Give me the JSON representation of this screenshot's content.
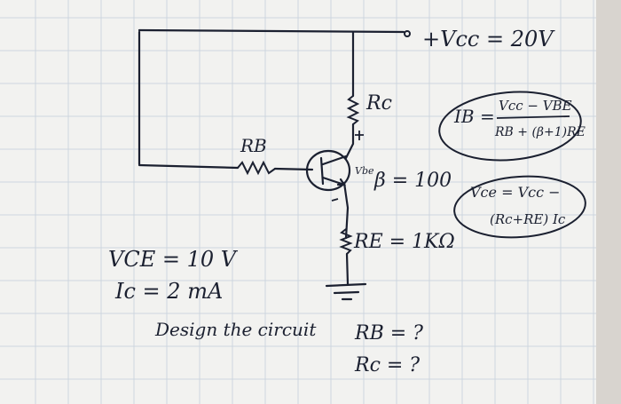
{
  "labels": {
    "vcc": "+Vcc = 20V",
    "rc": "Rc",
    "rb": "RB",
    "beta": "β = 100",
    "re": "RE = 1KΩ",
    "vbe_small": "Vbe",
    "ib_formula_lhs": "IB =",
    "ib_formula_num": "Vcc − VBE",
    "ib_formula_den": "RB + (β+1)RE",
    "vce_formula_line1": "Vce = Vcc −",
    "vce_formula_line2": "(Rc+RE) Ic",
    "given_vce": "VCE = 10 V",
    "given_ic": "Ic = 2 mA",
    "task": "Design the circuit",
    "ask_rb": "RB = ?",
    "ask_rc": "Rc = ?"
  },
  "colors": {
    "ink": "#1b2030",
    "grid": "#c9d3dc",
    "paper": "#f3f3f1"
  }
}
